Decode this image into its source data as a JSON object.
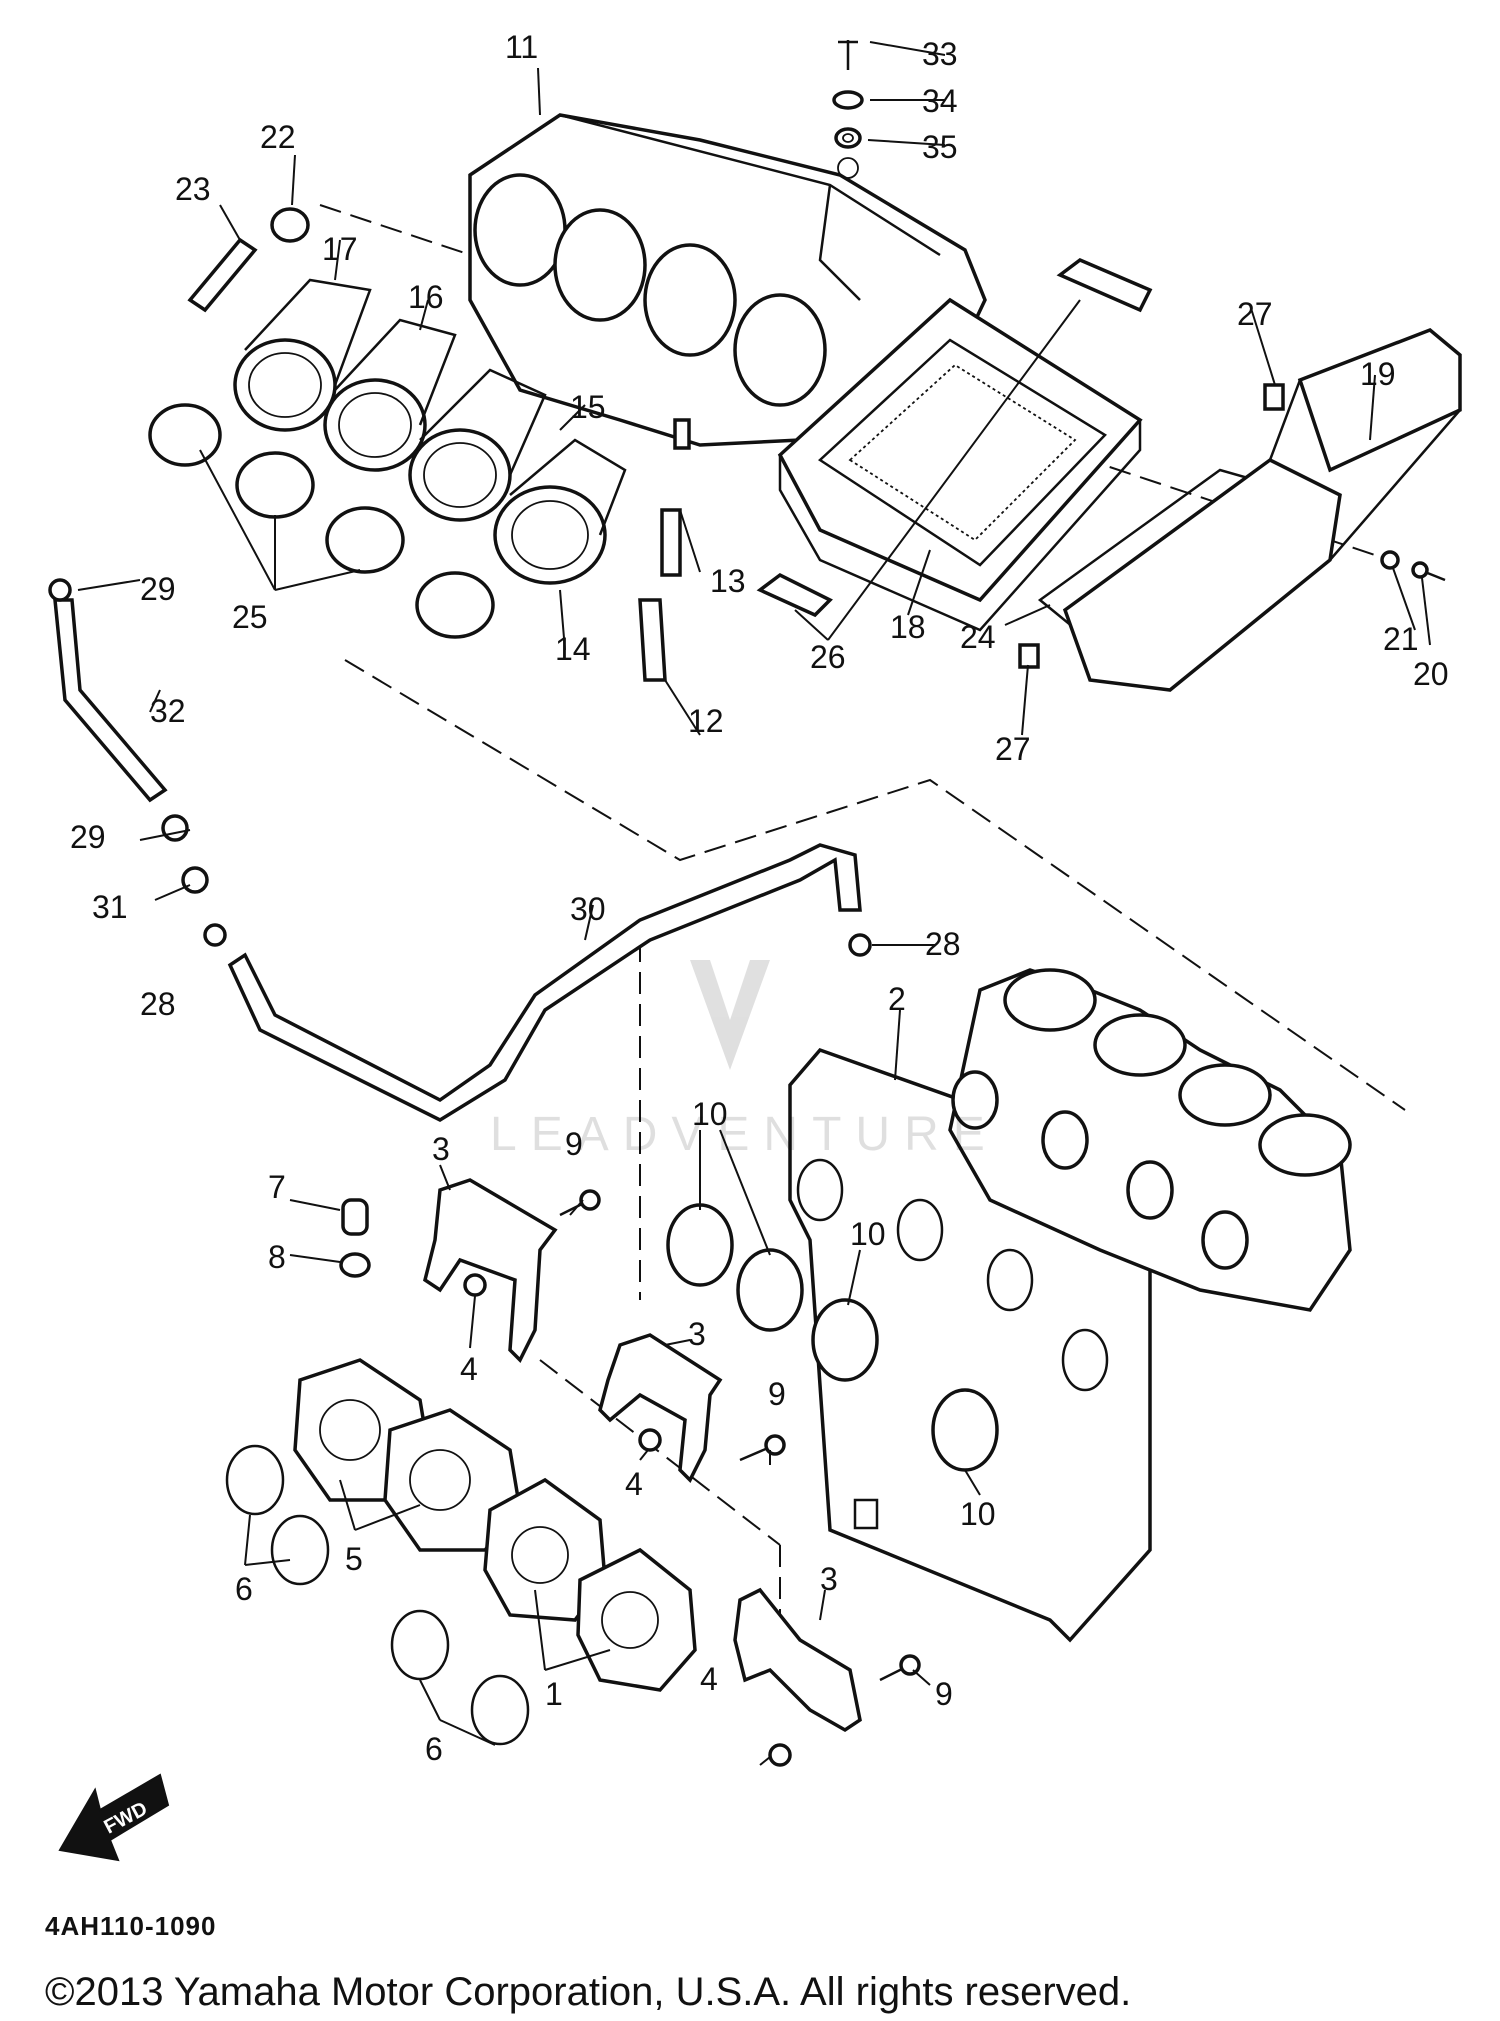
{
  "diagram_code": "4AH110-1090",
  "copyright": "©2013 Yamaha Motor Corporation, U.S.A. All rights reserved.",
  "watermark": "LEADVENTURE",
  "fwd_label": "FWD",
  "callouts": {
    "c1": "1",
    "c2": "2",
    "c3a": "3",
    "c3b": "3",
    "c3c": "3",
    "c4a": "4",
    "c4b": "4",
    "c4c": "4",
    "c5": "5",
    "c6a": "6",
    "c6b": "6",
    "c7": "7",
    "c8": "8",
    "c9a": "9",
    "c9b": "9",
    "c9c": "9",
    "c10a": "10",
    "c10b": "10",
    "c10c": "10",
    "c11": "11",
    "c12": "12",
    "c13": "13",
    "c14": "14",
    "c15": "15",
    "c16": "16",
    "c17": "17",
    "c18": "18",
    "c19": "19",
    "c20": "20",
    "c21": "21",
    "c22": "22",
    "c23": "23",
    "c24": "24",
    "c25": "25",
    "c26": "26",
    "c27a": "27",
    "c27b": "27",
    "c28a": "28",
    "c28b": "28",
    "c29a": "29",
    "c29b": "29",
    "c30": "30",
    "c31": "31",
    "c32": "32",
    "c33": "33",
    "c34": "34",
    "c35": "35"
  }
}
